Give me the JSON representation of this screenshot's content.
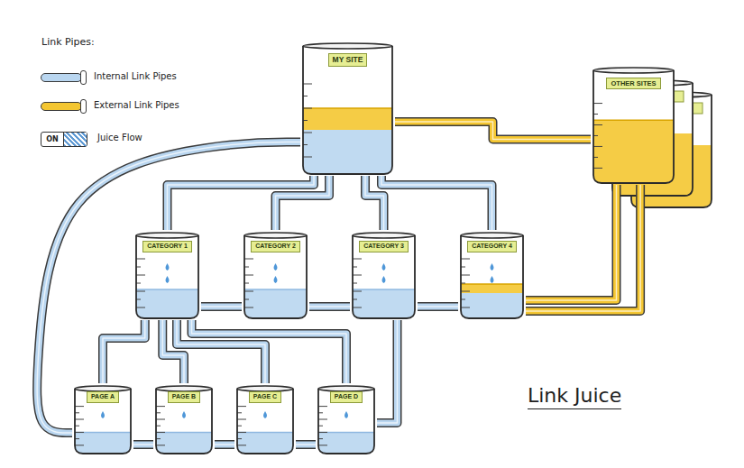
{
  "diagram": {
    "title": "Link Juice",
    "nodes": [
      {
        "text": [
          "MY SITE"
        ]
      },
      {
        "text": [
          "OTHER SITES"
        ]
      },
      {
        "text": [
          "CATEGORY 1"
        ]
      },
      {
        "text": [
          "CATEGORY 2"
        ]
      },
      {
        "text": [
          "CATEGORY 3"
        ]
      },
      {
        "text": [
          "CATEGORY 4"
        ]
      },
      {
        "text": [
          "PAGE A"
        ]
      },
      {
        "text": [
          "PAGE B"
        ]
      },
      {
        "text": [
          "PAGE C"
        ]
      },
      {
        "text": [
          "PAGE D"
        ]
      }
    ],
    "edges": [
      {
        "from": 0,
        "to": 2,
        "arrow": "none"
      },
      {
        "from": 0,
        "to": 3,
        "arrow": "none"
      },
      {
        "from": 0,
        "to": 4,
        "arrow": "none"
      },
      {
        "from": 0,
        "to": 5,
        "arrow": "none"
      },
      {
        "from": 0,
        "to": 1,
        "arrow": "none"
      },
      {
        "from": 0,
        "to": 6,
        "arrow": "none"
      },
      {
        "from": 2,
        "to": 3,
        "arrow": "none"
      },
      {
        "from": 3,
        "to": 4,
        "arrow": "none"
      },
      {
        "from": 4,
        "to": 5,
        "arrow": "none"
      },
      {
        "from": 1,
        "to": 5,
        "arrow": "none"
      },
      {
        "from": 1,
        "to": 5,
        "arrow": "none"
      },
      {
        "from": 2,
        "to": 6,
        "arrow": "none"
      },
      {
        "from": 2,
        "to": 7,
        "arrow": "none"
      },
      {
        "from": 2,
        "to": 8,
        "arrow": "none"
      },
      {
        "from": 2,
        "to": 9,
        "arrow": "none"
      },
      {
        "from": 6,
        "to": 7,
        "arrow": "none"
      },
      {
        "from": 7,
        "to": 8,
        "arrow": "none"
      },
      {
        "from": 8,
        "to": 9,
        "arrow": "none"
      },
      {
        "from": 9,
        "to": 4,
        "arrow": "none"
      }
    ],
    "labels": [
      "Link Pipes:",
      "ON"
    ],
    "legend": [
      {
        "text": "Internal Link Pipes",
        "color": "#b9d6f0"
      },
      {
        "text": "External Link Pipes",
        "color": "#f4c631"
      },
      {
        "text": "Juice Flow"
      }
    ]
  }
}
